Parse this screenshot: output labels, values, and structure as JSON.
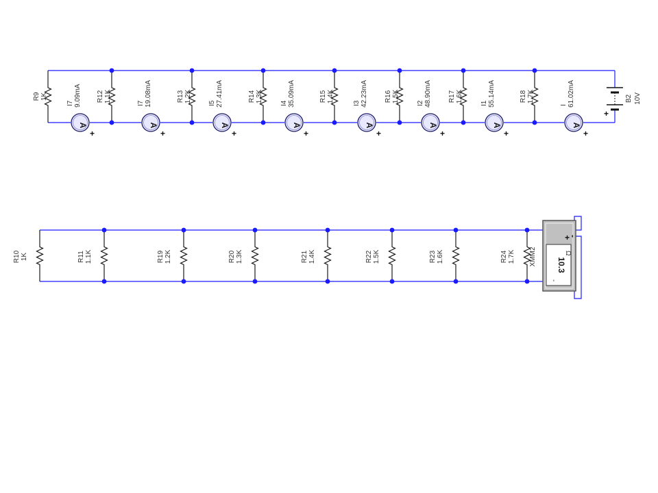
{
  "circuit1": {
    "resistors": [
      {
        "ref": "R9",
        "value": "1K"
      },
      {
        "ref": "R12",
        "value": "1.1K"
      },
      {
        "ref": "R13",
        "value": "1.2K"
      },
      {
        "ref": "R14",
        "value": "1.3K"
      },
      {
        "ref": "R15",
        "value": "1.4K"
      },
      {
        "ref": "R16",
        "value": "1.5K"
      },
      {
        "ref": "R17",
        "value": "1.6K"
      },
      {
        "ref": "R18",
        "value": "1.7K"
      }
    ],
    "ammeters": [
      {
        "ref": "I7",
        "reading": "9.09mA"
      },
      {
        "ref": "I7",
        "reading": "19.08mA"
      },
      {
        "ref": "I5",
        "reading": "27.41mA"
      },
      {
        "ref": "I4",
        "reading": "35.09mA"
      },
      {
        "ref": "I3",
        "reading": "42.23mA"
      },
      {
        "ref": "I2",
        "reading": "48.90mA"
      },
      {
        "ref": "I1",
        "reading": "55.14mA"
      },
      {
        "ref": "I",
        "reading": "61.02mA"
      }
    ],
    "battery": {
      "ref": "B2",
      "value": "10V"
    }
  },
  "circuit2": {
    "resistors": [
      {
        "ref": "R10",
        "value": "1K"
      },
      {
        "ref": "R11",
        "value": "1.1K"
      },
      {
        "ref": "R19",
        "value": "1.2K"
      },
      {
        "ref": "R20",
        "value": "1.3K"
      },
      {
        "ref": "R21",
        "value": "1.4K"
      },
      {
        "ref": "R22",
        "value": "1.5K"
      },
      {
        "ref": "R23",
        "value": "1.6K"
      },
      {
        "ref": "R24",
        "value": "1.7K"
      }
    ],
    "multimeter": {
      "ref": "XMM2",
      "display": "10.3",
      "unit": "Ω",
      "range": "-"
    }
  },
  "symbols": {
    "plus": "+",
    "minus": "-",
    "ammeter": "A"
  },
  "colors": {
    "wire": "#1a1aff",
    "node": "#1a1aff",
    "ammeter_fill": "#e8e8ff",
    "meter_case": "#c0c0c0"
  }
}
